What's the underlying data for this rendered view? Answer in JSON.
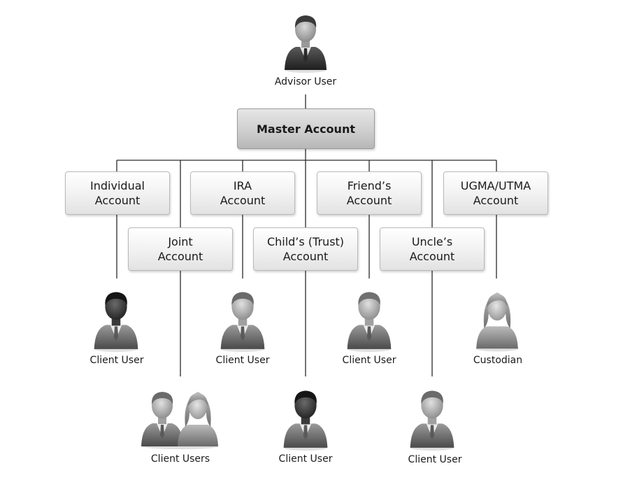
{
  "advisor": {
    "label": "Advisor User",
    "icon": "businessman-icon"
  },
  "master": {
    "label": "Master Account"
  },
  "accounts": {
    "individual": {
      "line1": "Individual",
      "line2": "Account"
    },
    "ira": {
      "line1": "IRA",
      "line2": "Account"
    },
    "friends": {
      "line1": "Friend’s",
      "line2": "Account"
    },
    "ugma": {
      "line1": "UGMA/UTMA",
      "line2": "Account"
    },
    "joint": {
      "line1": "Joint",
      "line2": "Account"
    },
    "childs": {
      "line1": "Child’s (Trust)",
      "line2": "Account"
    },
    "uncles": {
      "line1": "Uncle’s",
      "line2": "Account"
    }
  },
  "users": {
    "individual": {
      "label": "Client User",
      "icon": "businessman-icon"
    },
    "ira": {
      "label": "Client User",
      "icon": "businessman-icon"
    },
    "friends": {
      "label": "Client User",
      "icon": "businessman-icon"
    },
    "ugma": {
      "label": "Custodian",
      "icon": "businesswoman-icon"
    },
    "joint": {
      "label": "Client Users",
      "icon": "couple-icon"
    },
    "childs": {
      "label": "Client User",
      "icon": "businessman-icon"
    },
    "uncles": {
      "label": "Client User",
      "icon": "businessman-icon"
    }
  }
}
